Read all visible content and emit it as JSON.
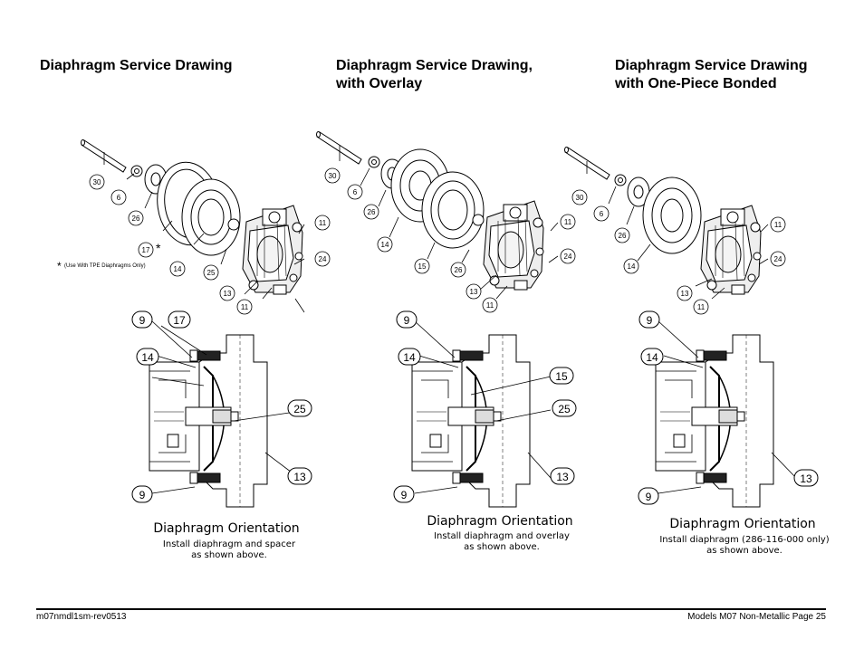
{
  "headings": [
    {
      "line1": "Diaphragm Service Drawing",
      "line2": ""
    },
    {
      "line1": "Diaphragm Service Drawing,",
      "line2": "with Overlay"
    },
    {
      "line1": "Diaphragm Service Drawing",
      "line2": "with One-Piece Bonded"
    }
  ],
  "exploded": {
    "left": {
      "b30": "30",
      "b6": "6",
      "b26": "26",
      "b17": "17",
      "b14": "14",
      "b25": "25",
      "b13": "13",
      "b11a": "11",
      "b11b": "11",
      "b24": "24",
      "star": "*",
      "note": "(Use With TPE Diaphragms Only)"
    },
    "mid": {
      "b30": "30",
      "b6": "6",
      "b26a": "26",
      "b14": "14",
      "b15": "15",
      "b26b": "26",
      "b13": "13",
      "b11a": "11",
      "b11b": "11",
      "b24": "24"
    },
    "right": {
      "b30": "30",
      "b6": "6",
      "b26": "26",
      "b14": "14",
      "b13": "13",
      "b11a": "11",
      "b11b": "11",
      "b24": "24"
    }
  },
  "sections": {
    "left": {
      "b9a": "9",
      "b17": "17",
      "b14": "14",
      "b25": "25",
      "b13": "13",
      "b9b": "9"
    },
    "mid": {
      "b9a": "9",
      "b14": "14",
      "b15": "15",
      "b25": "25",
      "b13": "13",
      "b9b": "9"
    },
    "right": {
      "b9a": "9",
      "b14": "14",
      "b13": "13",
      "b9b": "9"
    }
  },
  "captions": {
    "left": {
      "title": "Diaphragm Orientation",
      "line1": "Install diaphragm and spacer",
      "line2": "as shown above."
    },
    "mid": {
      "title": "Diaphragm Orientation",
      "line1": "Install diaphragm and overlay",
      "line2": "as shown above."
    },
    "right": {
      "title": "Diaphragm Orientation",
      "line1": "Install diaphragm (286-116-000 only)",
      "line2": "as shown above."
    }
  },
  "footer": {
    "left": "m07nmdl1sm-rev0513",
    "right": "Models M07 Non-Metallic Page 25"
  }
}
